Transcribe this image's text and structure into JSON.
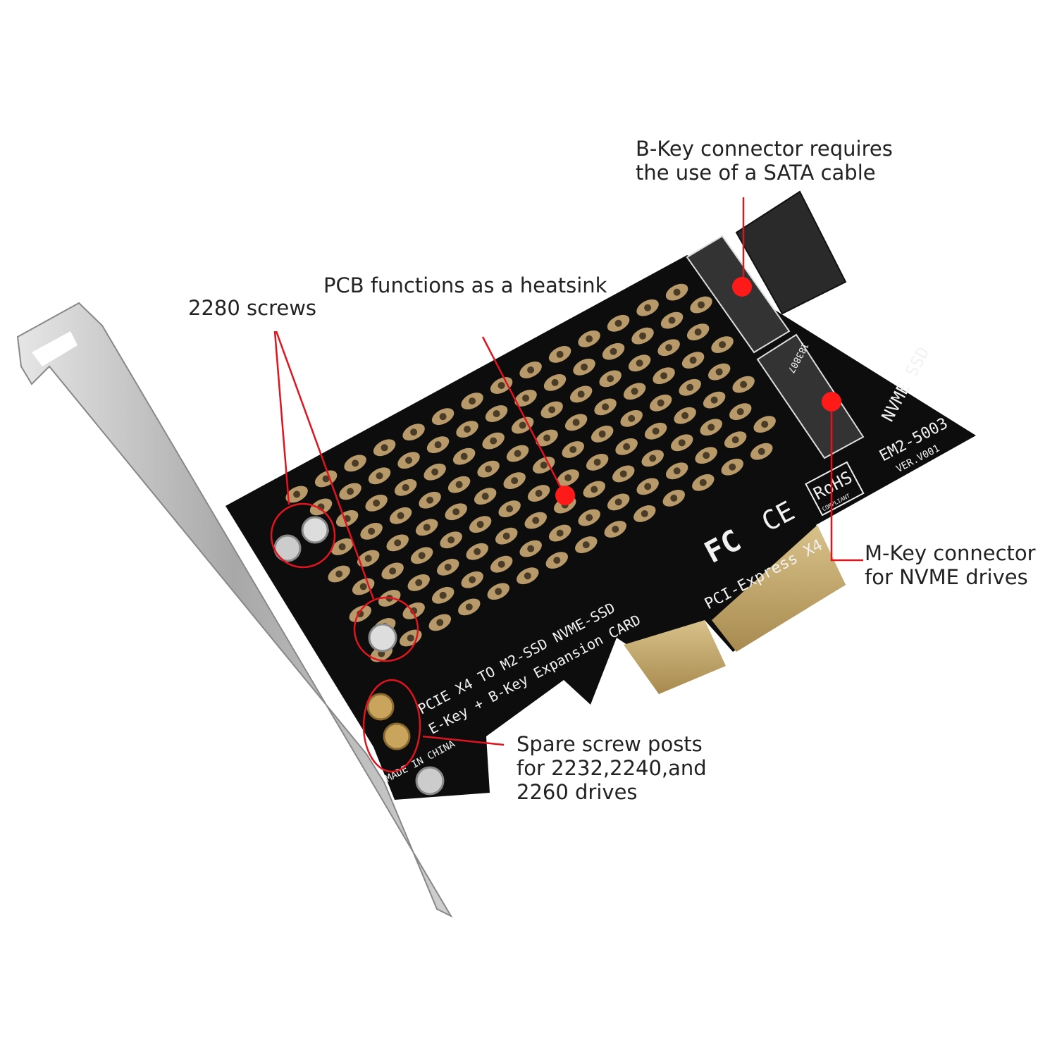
{
  "callouts": {
    "bkey": {
      "line1": "B-Key connector requires",
      "line2": "the use of a SATA cable"
    },
    "heatsink": {
      "text": "PCB functions as a heatsink"
    },
    "screws": {
      "text": "2280 screws"
    },
    "mkey": {
      "line1": "M-Key connector",
      "line2": "for NVME drives"
    },
    "spare": {
      "line1": "Spare screw posts",
      "line2": "for 2232,2240,and",
      "line3": "2260 drives"
    }
  },
  "board_print": {
    "title1": "PCIE X4 TO  M2-SSD NVME-SSD",
    "title2": "E-Key + B-Key Expansion CARD",
    "made_in": "MADE IN CHINA",
    "interface": "PCI-Express X4",
    "fc": "FC",
    "ce": "CE",
    "rohs": "RoHS",
    "rohs_sub": "COMPLIANT",
    "nvme_ssd": "NVME SSD",
    "model": "EM2-5003",
    "version": "VER.V001",
    "connector_code": "183807"
  },
  "colors": {
    "annotation": "#e0141e",
    "pcb": "#0d0d0d",
    "pad": "#b89a6a",
    "bracket": "#b5b5b5",
    "text": "#222222"
  }
}
